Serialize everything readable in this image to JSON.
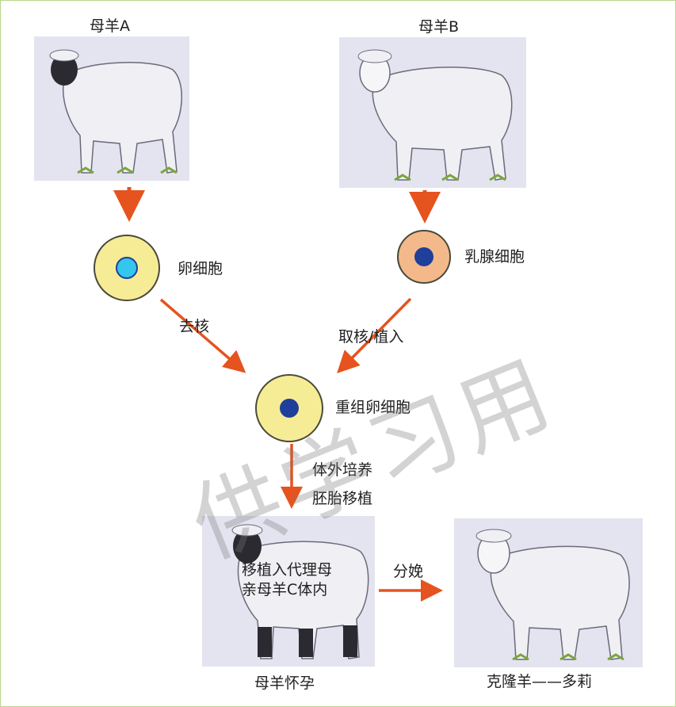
{
  "sheep": {
    "a_label": "母羊A",
    "b_label": "母羊B",
    "pregnant_label": "母羊怀孕",
    "clone_label": "克隆羊——多莉"
  },
  "cells": {
    "egg_label": "卵细胞",
    "mammary_label": "乳腺细胞",
    "recombined_label": "重组卵细胞"
  },
  "steps": {
    "enucleate": "去核",
    "extract_implant": "取核/植入",
    "culture": "体外培养",
    "transfer": "胚胎移植",
    "birth": "分娩",
    "implant_line1": "移植入代理母",
    "implant_line2": "亲母羊C体内"
  },
  "watermark": "供学习用",
  "colors": {
    "arrow": "#e5531f",
    "cell_yellow": "#f7ec96",
    "cell_peach": "#f4b98a",
    "nucleus_blue": "#1f3f9a",
    "nucleus_cyan": "#35c6ee"
  }
}
